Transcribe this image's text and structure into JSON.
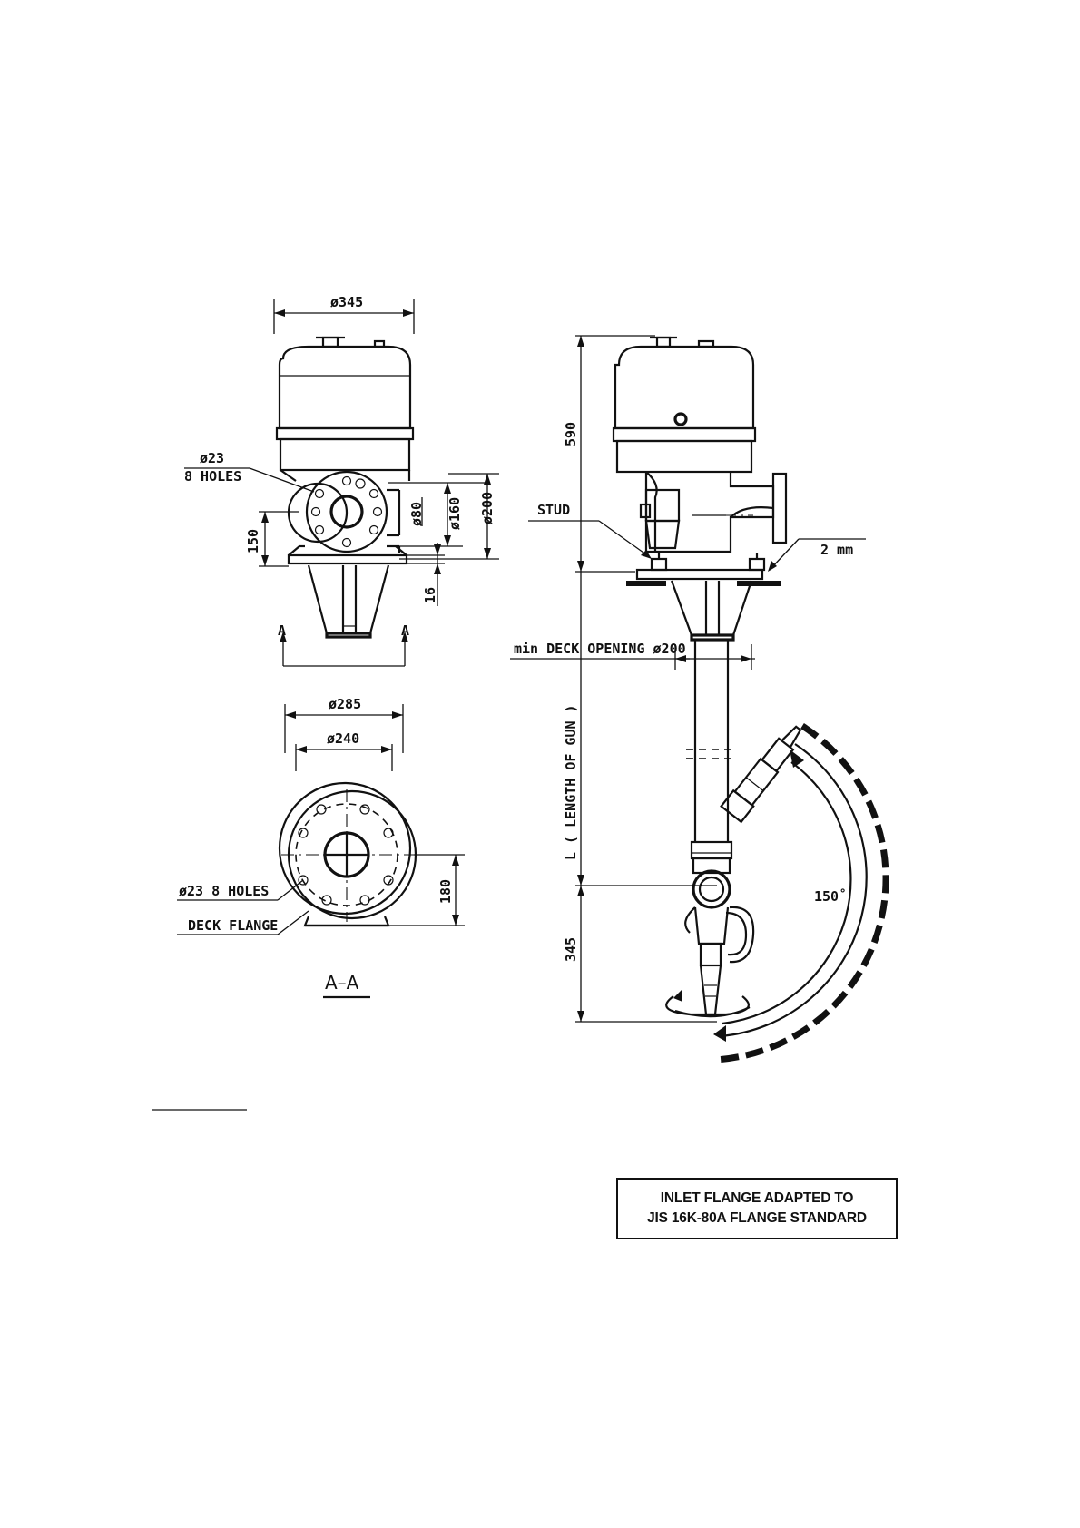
{
  "labels": {
    "phi345": "ø345",
    "phi23_8holes_line1": "ø23",
    "phi23_8holes_line2": "8 HOLES",
    "dim150": "150",
    "phi80": "ø80",
    "phi160": "ø160",
    "phi200": "ø200",
    "dim16": "16",
    "section_mark_left": "A",
    "section_mark_right": "A",
    "phi285": "ø285",
    "phi240": "ø240",
    "phi23_8holes_section": "ø23 8 HOLES",
    "deck_flange": "DECK FLANGE",
    "dim180": "180",
    "section_title": "A–A",
    "dim590": "590",
    "stud": "STUD",
    "gap_2mm": "2 mm",
    "deck_opening": "min DECK OPENING ø200",
    "length_of_gun": "L  ( LENGTH OF GUN )",
    "dim345": "345",
    "angle150": "150˚"
  },
  "note": {
    "line1": "INLET FLANGE ADAPTED TO",
    "line2": "JIS 16K-80A FLANGE STANDARD"
  }
}
